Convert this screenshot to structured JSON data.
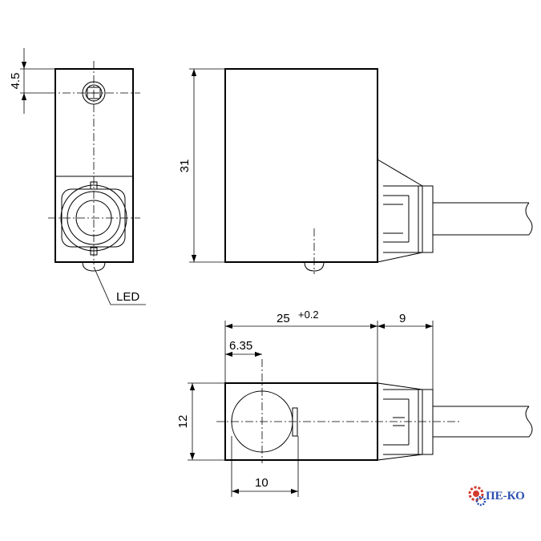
{
  "dimensions": {
    "led_offset": "4.5",
    "height": "31",
    "length": "25",
    "length_tolerance": "+0.2",
    "cable_section": "9",
    "face_offset": "6.35",
    "width": "12",
    "face_diameter": "10"
  },
  "labels": {
    "led": "LED"
  },
  "watermark": {
    "text": "ПЕ-КО"
  },
  "colors": {
    "line": "#000000",
    "logo_text": "#2a4fb0",
    "logo_gear_red": "#d23b2e",
    "logo_gear_blue": "#2a4fb0"
  }
}
